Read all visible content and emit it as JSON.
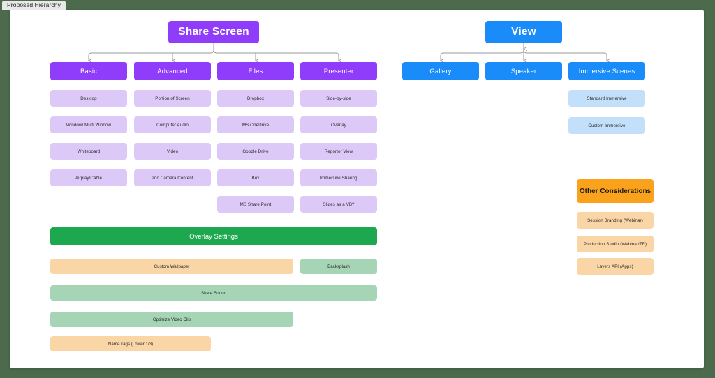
{
  "tab": {
    "label": "Proposed Hierarchy"
  },
  "colors": {
    "page_bg": "#4c6b4c",
    "canvas_bg": "#ffffff",
    "purple_root": "#8f3dfa",
    "purple_cat": "#8f3dfa",
    "purple_leaf": "#ddc9f7",
    "blue_root": "#1a8cfa",
    "blue_cat": "#1a8cfa",
    "blue_leaf": "#c3e0fa",
    "orange_root": "#faa21c",
    "orange_leaf": "#fad5a5",
    "green_root": "#1da84f",
    "green_leaf": "#a6d5b5",
    "connector": "#9a9a9a"
  },
  "share_screen": {
    "root": "Share Screen",
    "columns": [
      {
        "category": "Basic",
        "items": [
          "Desktop",
          "Window/ Multi Window",
          "Whiteboard",
          "Airplay/Cable"
        ]
      },
      {
        "category": "Advanced",
        "items": [
          "Portion of Screen",
          "Computer Audio",
          "Video",
          "2nd Camera Content"
        ]
      },
      {
        "category": "Files",
        "items": [
          "Dropbox",
          "MS OneDrive",
          "Goodle Drive",
          "Box",
          "MS Share Point"
        ]
      },
      {
        "category": "Presenter",
        "items": [
          "Side-by-side",
          "Overlay",
          "Reporter View",
          "Immersive Sharing",
          "Slides as a VB?"
        ]
      }
    ]
  },
  "view": {
    "root": "View",
    "columns": [
      {
        "category": "Gallery",
        "items": []
      },
      {
        "category": "Speaker",
        "items": []
      },
      {
        "category": "Immersive Scenes",
        "items": [
          "Standard Immersive",
          "Custom Immersive"
        ]
      }
    ]
  },
  "other_considerations": {
    "root": "Other Considerations",
    "items": [
      "Session Branding (Webinar)",
      "Production Studio (Webinar/ZE)",
      "Layers API (Apps)"
    ]
  },
  "overlay_settings": {
    "root": "Overlay Settings",
    "rows": [
      {
        "label": "Custom Wallpaper",
        "color": "orange"
      },
      {
        "label": "Backsplash",
        "color": "green"
      },
      {
        "label": "Share Sound",
        "color": "green"
      },
      {
        "label": "Optimize Video Clip",
        "color": "green"
      },
      {
        "label": "Name Tags (Lower 1/3)",
        "color": "orange"
      }
    ]
  }
}
